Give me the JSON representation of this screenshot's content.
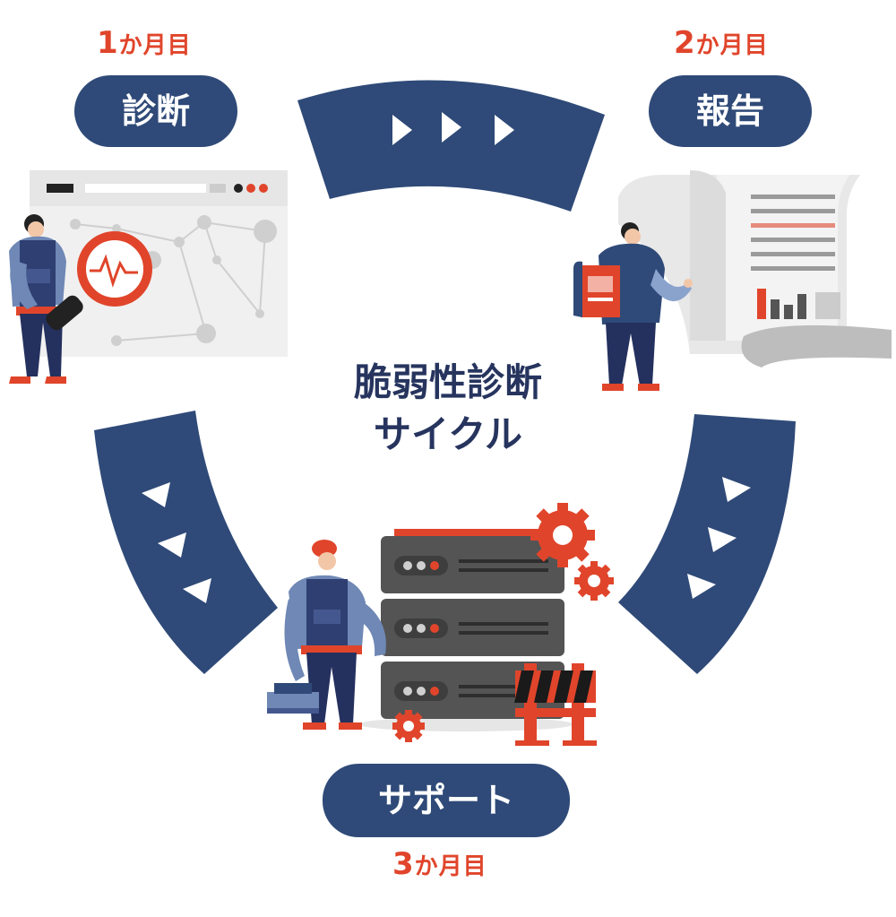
{
  "colors": {
    "navy": "#2f4a78",
    "title_navy": "#26345e",
    "accent_orange": "#e0452b",
    "white": "#ffffff"
  },
  "steps": [
    {
      "month_number": "1",
      "month_suffix": "か月目",
      "label": "診断",
      "icon": "magnifier-network-illustration"
    },
    {
      "month_number": "2",
      "month_suffix": "か月目",
      "label": "報告",
      "icon": "report-document-illustration"
    },
    {
      "month_number": "3",
      "month_suffix": "か月目",
      "label": "サポート",
      "icon": "server-maintenance-illustration"
    }
  ],
  "center": {
    "line1": "脆弱性診断",
    "line2": "サイクル"
  }
}
